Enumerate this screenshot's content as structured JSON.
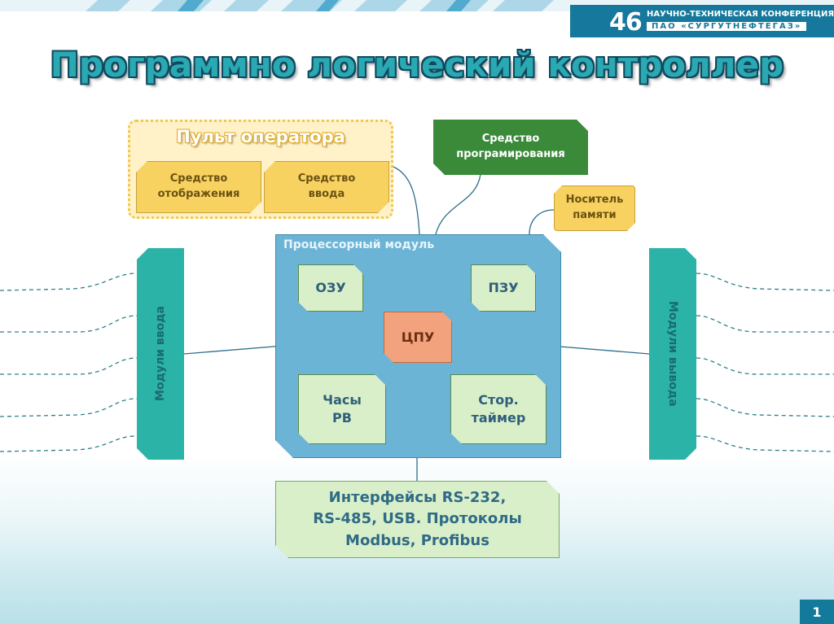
{
  "header": {
    "conference_number": "46",
    "conference_line1": "НАУЧНО-ТЕХНИЧЕСКАЯ КОНФЕРЕНЦИЯ",
    "conference_line2": "ПАО «СУРГУТНЕФТЕГАЗ»"
  },
  "title": "Программно логический контроллер",
  "operator_panel": {
    "title": "Пульт оператора",
    "display": "Средство\nотображения",
    "input": "Средство\nввода"
  },
  "programming_tool": "Средство\nпрограмирования",
  "memory_media": "Носитель\nпамяти",
  "processor_module": {
    "label": "Процессорный модуль",
    "ram": "ОЗУ",
    "rom": "ПЗУ",
    "cpu": "ЦПУ",
    "rtc": "Часы\nРВ",
    "watchdog": "Стор.\nтаймер"
  },
  "interfaces": "Интерфейсы RS-232,\nRS-485, USB. Протоколы\nModbus, Profibus",
  "input_modules": "Модули ввода",
  "output_modules": "Модули вывода",
  "page_number": "1",
  "colors": {
    "accent": "#16789c",
    "title_fill": "#2aa9b3",
    "module": "#2ab3a6",
    "processor": "#6cb4d6",
    "cpu": "#f2a27c",
    "operator": "#f7d260",
    "programming": "#3a8a3a"
  }
}
